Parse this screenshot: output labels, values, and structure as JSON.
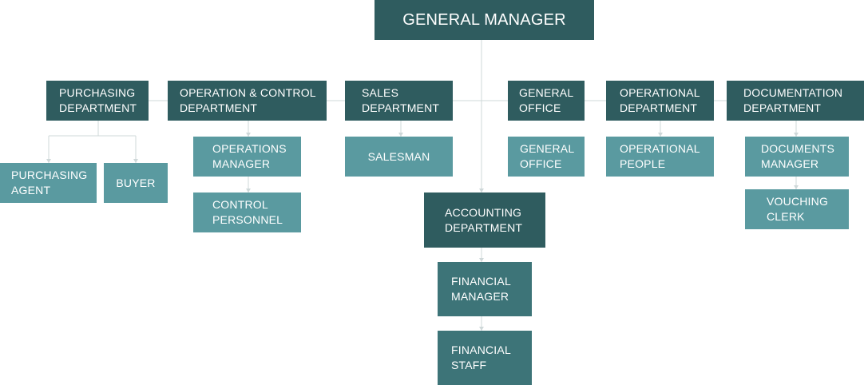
{
  "general_manager": "GENERAL MANAGER",
  "departments": {
    "purchasing": [
      "PURCHASING",
      "DEPARTMENT"
    ],
    "operation_control": [
      "OPERATION & CONTROL",
      "DEPARTMENT"
    ],
    "sales": [
      "SALES",
      "DEPARTMENT"
    ],
    "general_office": [
      "GENERAL",
      "OFFICE"
    ],
    "operational": [
      "OPERATIONAL",
      "DEPARTMENT"
    ],
    "documentation": [
      "DOCUMENTATION",
      "DEPARTMENT"
    ],
    "accounting": [
      "ACCOUNTING",
      "DEPARTMENT"
    ]
  },
  "roles": {
    "purchasing_agent": [
      "PURCHASING",
      "AGENT"
    ],
    "buyer": [
      "BUYER"
    ],
    "operations_manager": [
      "OPERATIONS",
      "MANAGER"
    ],
    "control_personnel": [
      "CONTROL",
      "PERSONNEL"
    ],
    "salesman": [
      "SALESMAN"
    ],
    "general_office_staff": [
      "GENERAL",
      "OFFICE"
    ],
    "operational_people": [
      "OPERATIONAL",
      "PEOPLE"
    ],
    "documents_manager": [
      "DOCUMENTS",
      "MANAGER"
    ],
    "vouching_clerk": [
      "VOUCHING",
      "CLERK"
    ],
    "financial_manager": [
      "FINANCIAL",
      "MANAGER"
    ],
    "financial_staff": [
      "FINANCIAL",
      "STAFF"
    ]
  },
  "colors": {
    "dark_box": "#2f5c5f",
    "mid_box": "#3d7478",
    "light_box": "#5a9aa0",
    "connector": "#cfd8d9"
  }
}
